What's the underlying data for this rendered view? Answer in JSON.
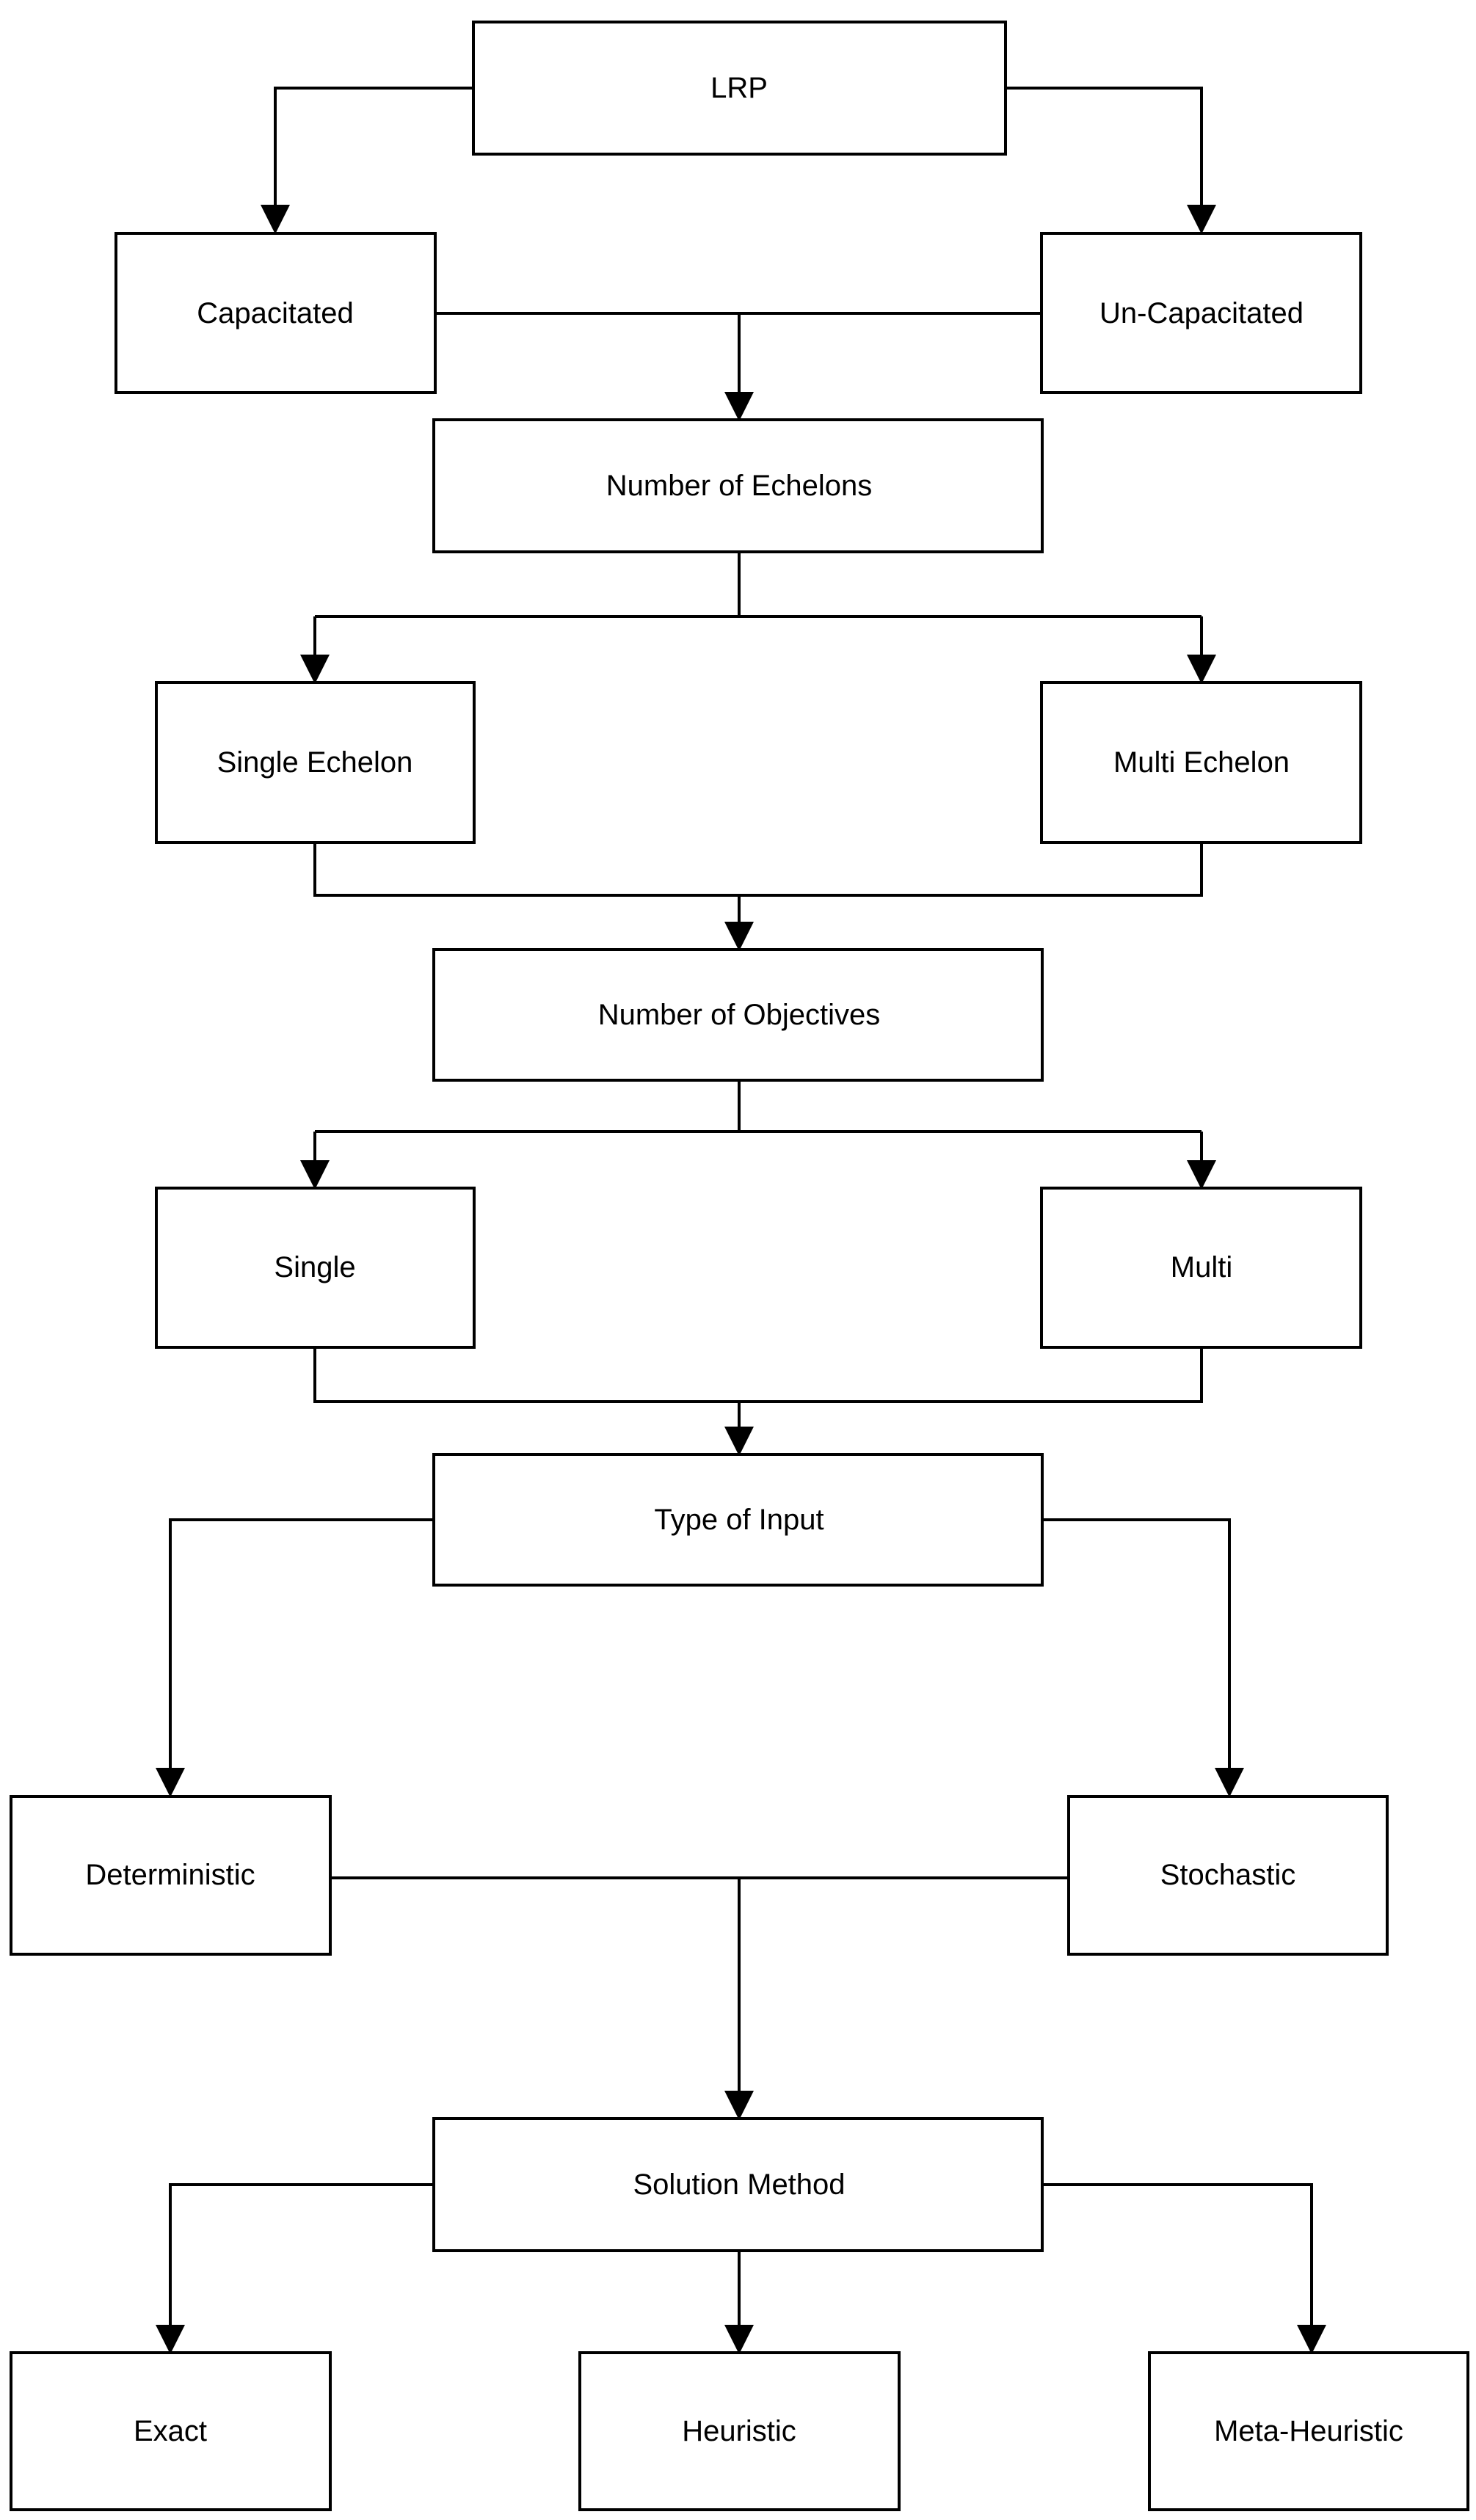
{
  "nodes": {
    "lrp": "LRP",
    "capacitated": "Capacitated",
    "uncapacitated": "Un-Capacitated",
    "num_echelons": "Number of Echelons",
    "single_echelon": "Single Echelon",
    "multi_echelon": "Multi Echelon",
    "num_objectives": "Number of Objectives",
    "single": "Single",
    "multi": "Multi",
    "type_of_input": "Type of Input",
    "deterministic": "Deterministic",
    "stochastic": "Stochastic",
    "solution_method": "Solution Method",
    "exact": "Exact",
    "heuristic": "Heuristic",
    "meta_heuristic": "Meta-Heuristic"
  },
  "edges": [
    {
      "from": "lrp",
      "to": "capacitated"
    },
    {
      "from": "lrp",
      "to": "uncapacitated"
    },
    {
      "from": "capacitated",
      "to": "num_echelons"
    },
    {
      "from": "uncapacitated",
      "to": "num_echelons"
    },
    {
      "from": "num_echelons",
      "to": "single_echelon"
    },
    {
      "from": "num_echelons",
      "to": "multi_echelon"
    },
    {
      "from": "single_echelon",
      "to": "num_objectives"
    },
    {
      "from": "multi_echelon",
      "to": "num_objectives"
    },
    {
      "from": "num_objectives",
      "to": "single"
    },
    {
      "from": "num_objectives",
      "to": "multi"
    },
    {
      "from": "single",
      "to": "type_of_input"
    },
    {
      "from": "multi",
      "to": "type_of_input"
    },
    {
      "from": "type_of_input",
      "to": "deterministic"
    },
    {
      "from": "type_of_input",
      "to": "stochastic"
    },
    {
      "from": "deterministic",
      "to": "solution_method"
    },
    {
      "from": "stochastic",
      "to": "solution_method"
    },
    {
      "from": "solution_method",
      "to": "exact"
    },
    {
      "from": "solution_method",
      "to": "heuristic"
    },
    {
      "from": "solution_method",
      "to": "meta_heuristic"
    }
  ]
}
